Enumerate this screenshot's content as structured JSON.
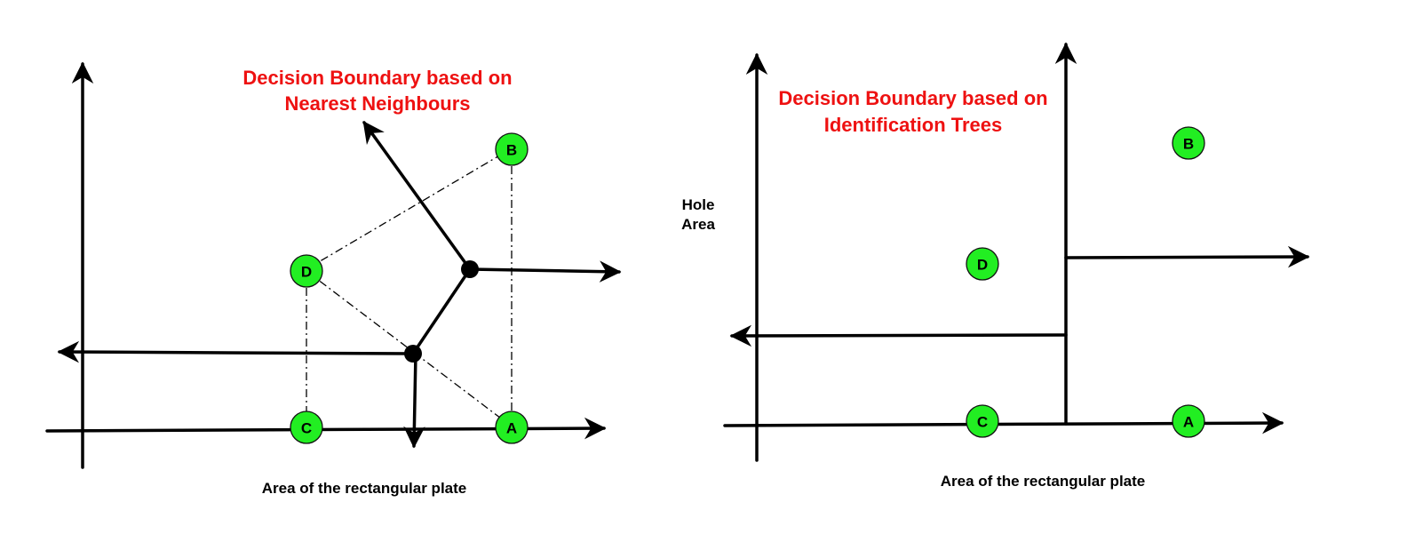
{
  "left": {
    "title_line1": "Decision Boundary based on",
    "title_line2": "Nearest Neighbours",
    "x_axis_label": "Area of the rectangular plate",
    "nodes": {
      "A": "A",
      "B": "B",
      "C": "C",
      "D": "D"
    }
  },
  "right": {
    "title_line1": "Decision Boundary based on",
    "title_line2": "Identification Trees",
    "x_axis_label": "Area of the rectangular plate",
    "y_axis_label_line1": "Hole",
    "y_axis_label_line2": "Area",
    "nodes": {
      "A": "A",
      "B": "B",
      "C": "C",
      "D": "D"
    }
  },
  "colors": {
    "title": "#ee1111",
    "node_fill": "#22ee22"
  }
}
